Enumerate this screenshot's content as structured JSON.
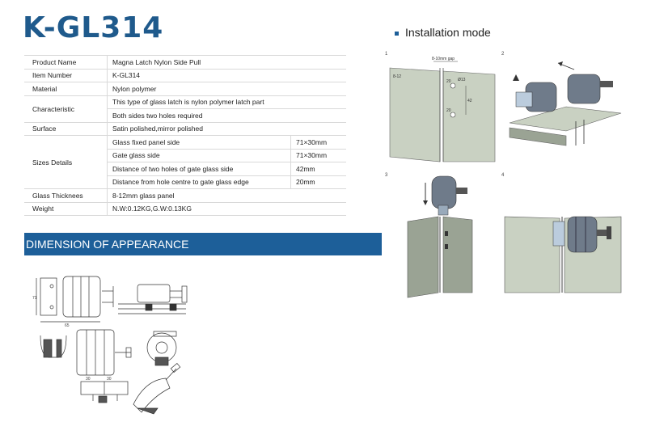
{
  "title": "K-GL314",
  "spec": {
    "product_name": {
      "label": "Product Name",
      "value": "Magna Latch Nylon Side Pull"
    },
    "item_number": {
      "label": "Item Number",
      "value": "K-GL314"
    },
    "material": {
      "label": "Material",
      "value": "Nylon polymer"
    },
    "characteristic": {
      "label": "Characteristic",
      "line1": "This type of glass latch is   nylon polymer latch part",
      "line2": "Both sides two holes required"
    },
    "surface": {
      "label": "Surface",
      "value": "Satin polished,mirror polished"
    },
    "sizes": {
      "label": "Sizes Details",
      "rows": [
        {
          "name": "Glass fixed panel side",
          "value": "71×30mm"
        },
        {
          "name": "Gate glass side",
          "value": "71×30mm"
        },
        {
          "name": "Distance of two holes of gate glass side",
          "value": "42mm"
        },
        {
          "name": "Distance from hole centre to gate glass edge",
          "value": "20mm"
        }
      ]
    },
    "glass_thickness": {
      "label": "Glass Thicknees",
      "value": "8-12mm glass panel"
    },
    "weight": {
      "label": "Weight",
      "value": "N.W:0.12KG,G.W:0.13KG"
    }
  },
  "dimension_banner": "DIMENSION OF APPEARANCE",
  "installation": {
    "heading": "Installation mode",
    "steps": [
      "1",
      "2",
      "3",
      "4"
    ],
    "diagram_labels": {
      "gap": "8-10mm gap",
      "thickness": "8-12",
      "hole": "Ø13",
      "d1": "20",
      "d2": "42",
      "d3": "20"
    }
  },
  "dimension_labels": {
    "w1": "65",
    "h1": "71",
    "w2": "30",
    "w3": "30"
  }
}
